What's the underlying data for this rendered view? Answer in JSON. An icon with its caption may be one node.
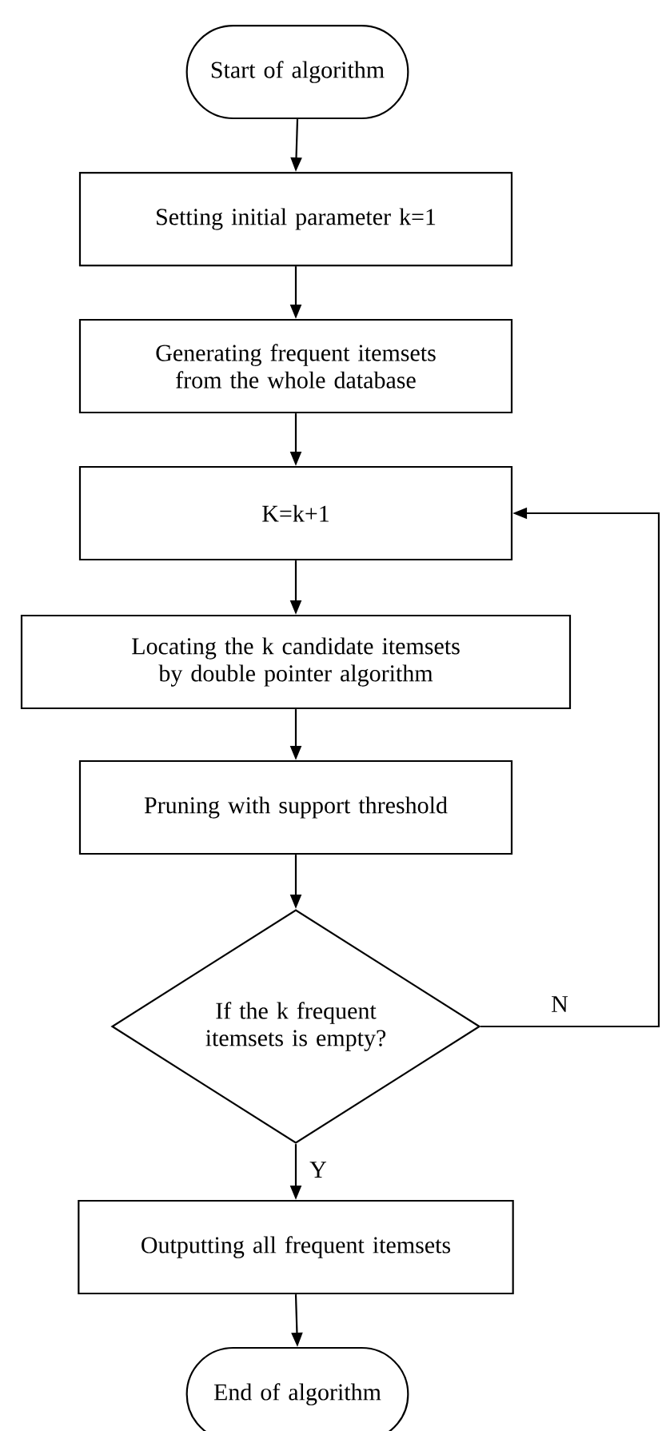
{
  "diagram": {
    "nodes": [
      {
        "text": [
          "Start of algorithm"
        ]
      },
      {
        "text": [
          "Setting initial parameter k=1"
        ]
      },
      {
        "text": [
          "Generating frequent itemsets from the whole database"
        ]
      },
      {
        "text": [
          "K=k+1"
        ]
      },
      {
        "text": [
          "Locating the k candidate itemsets by double pointer algorithm"
        ]
      },
      {
        "text": [
          "Pruning with support threshold"
        ]
      },
      {
        "text": [
          "If the k frequent itemsets is empty?"
        ]
      },
      {
        "text": [
          "Outputting all frequent itemsets"
        ]
      },
      {
        "text": [
          "End of algorithm"
        ]
      }
    ],
    "edges": [
      {
        "from": 0,
        "to": 1,
        "arrow": "to"
      },
      {
        "from": 1,
        "to": 2,
        "arrow": "to"
      },
      {
        "from": 2,
        "to": 3,
        "arrow": "to"
      },
      {
        "from": 3,
        "to": 4,
        "arrow": "to"
      },
      {
        "from": 4,
        "to": 5,
        "arrow": "to"
      },
      {
        "from": 5,
        "to": 6,
        "arrow": "to"
      },
      {
        "from": 6,
        "to": 7,
        "arrow": "to",
        "label": "Y"
      },
      {
        "from": 7,
        "to": 8,
        "arrow": "to"
      },
      {
        "from": 6,
        "to": 3,
        "arrow": "to",
        "label": "N"
      }
    ]
  }
}
